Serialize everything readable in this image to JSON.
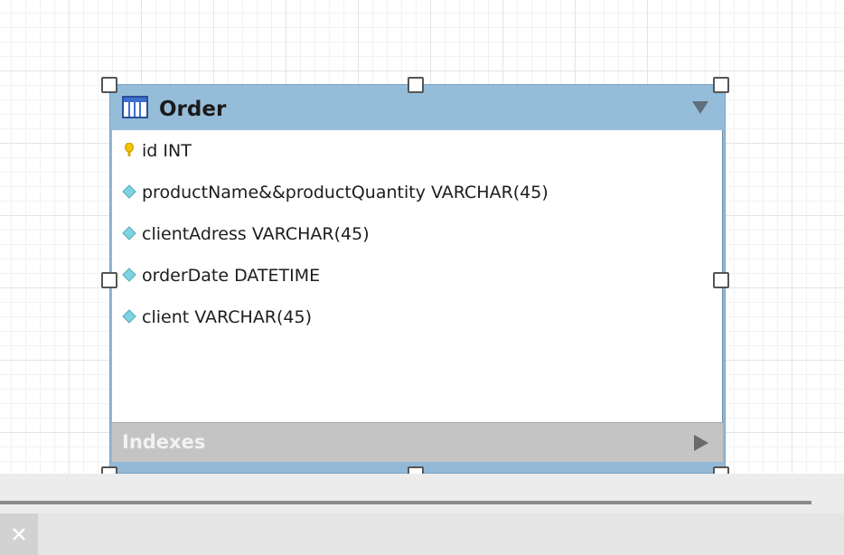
{
  "table": {
    "title": "Order",
    "indexes_label": "Indexes",
    "columns": [
      {
        "text": "id INT",
        "icon": "primary-key-icon"
      },
      {
        "text": "productName&&productQuantity VARCHAR(45)",
        "icon": "column-diamond-icon"
      },
      {
        "text": "clientAdress VARCHAR(45)",
        "icon": "column-diamond-icon"
      },
      {
        "text": "orderDate DATETIME",
        "icon": "column-diamond-icon"
      },
      {
        "text": "client VARCHAR(45)",
        "icon": "column-diamond-icon"
      }
    ]
  },
  "colors": {
    "header": "#95bcd9",
    "indexes_bar": "#c4c4c4",
    "key_icon": "#f2c200",
    "diamond_icon": "#7fd3e0"
  },
  "bottom": {
    "close_icon": "close-icon"
  }
}
